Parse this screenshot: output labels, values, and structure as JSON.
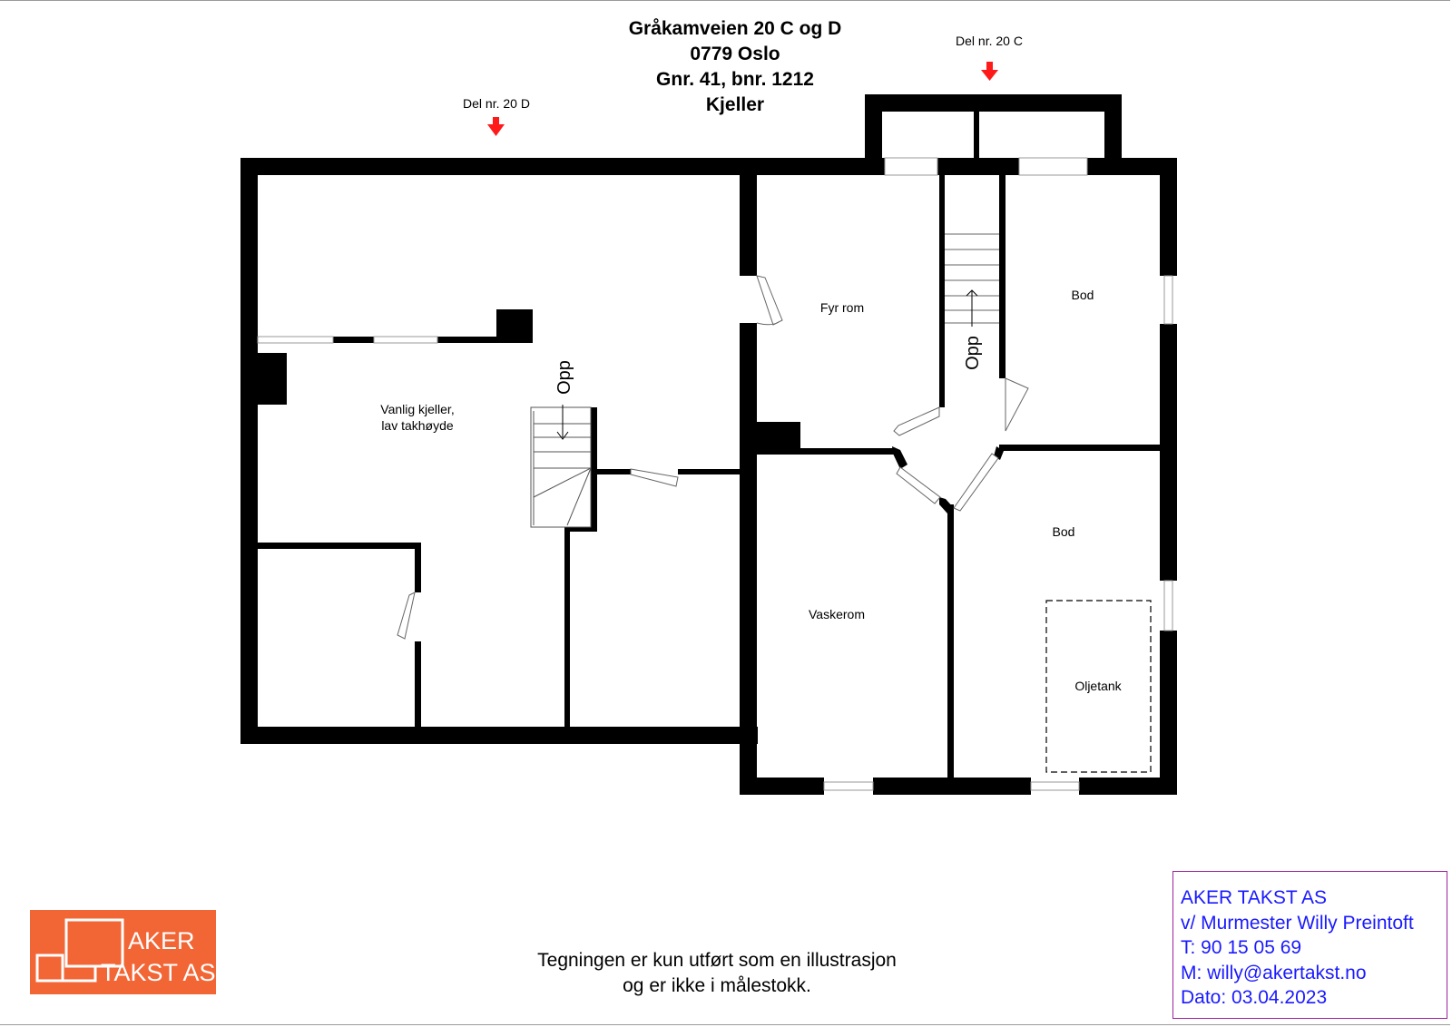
{
  "title": {
    "address": "Gråkamveien 20 C og D",
    "postal": "0779 Oslo",
    "cadastre": "Gnr. 41, bnr.  1212",
    "floor": "Kjeller"
  },
  "markers": [
    {
      "label": "Del nr. 20 D"
    },
    {
      "label": "Del nr. 20 C"
    }
  ],
  "rooms": {
    "vanlig_kjeller_line1": "Vanlig kjeller,",
    "vanlig_kjeller_line2": "lav takhøyde",
    "fyr_rom": "Fyr rom",
    "bod_upper": "Bod",
    "bod_lower": "Bod",
    "vaskerom": "Vaskerom",
    "oljetank": "Oljetank"
  },
  "stairs": {
    "left_label": "Opp",
    "right_label": "Opp"
  },
  "disclaimer": {
    "line1": "Tegningen er kun utført som en illustrasjon",
    "line2": "og er ikke i målestokk."
  },
  "logo": {
    "line1": "AKER",
    "line2": "TAKST AS"
  },
  "contact": {
    "company": "AKER TAKST AS",
    "person": "v/ Murmester Willy Preintoft",
    "phone": "T: 90 15 05 69",
    "email": "M: willy@akertakst.no",
    "date": "Dato: 03.04.2023"
  },
  "colors": {
    "marker_arrow": "#ff1a1a",
    "logo_background": "#f26535",
    "contact_text": "#1a1aff",
    "contact_border": "#a020a0"
  }
}
